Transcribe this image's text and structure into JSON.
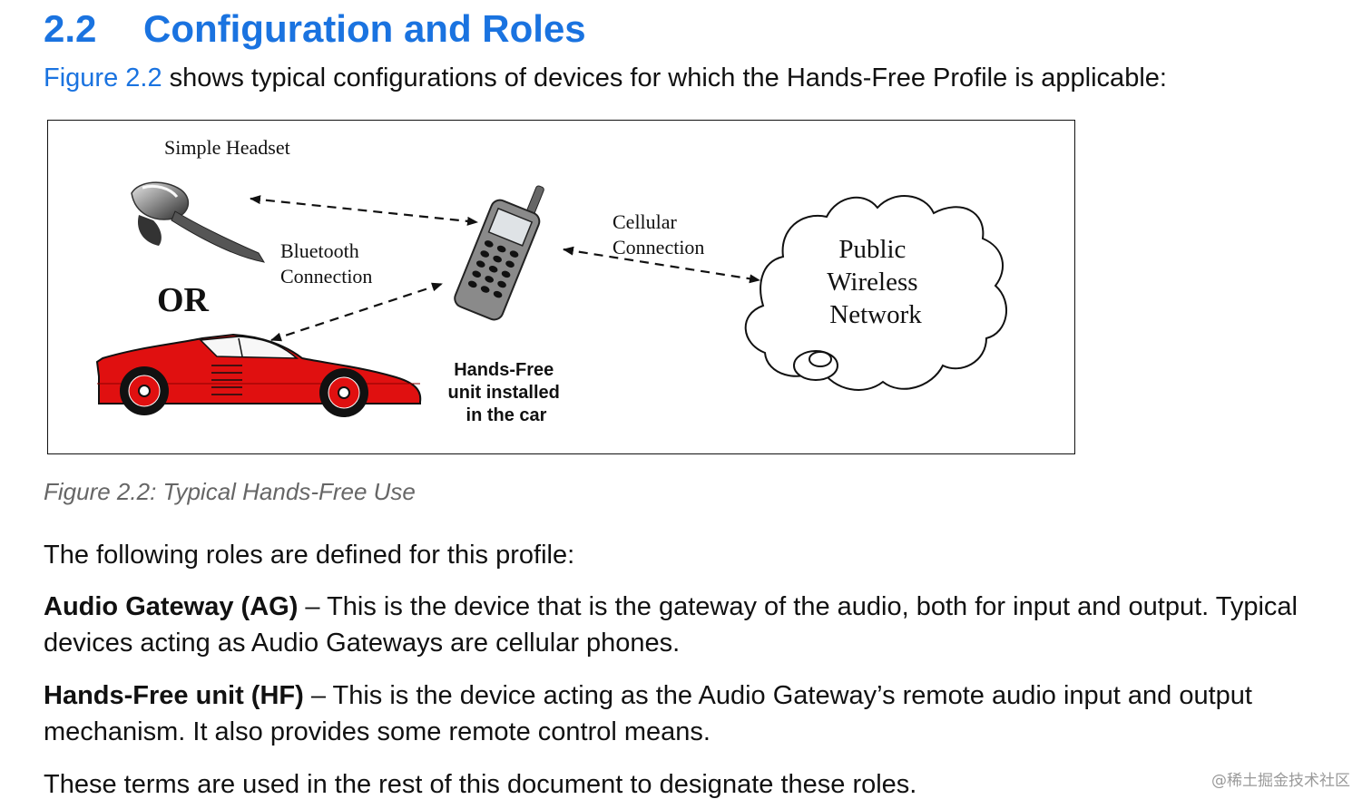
{
  "section": {
    "number": "2.2",
    "title": "Configuration and Roles"
  },
  "intro": {
    "figure_ref": "Figure 2.2",
    "text": " shows typical configurations of devices for which the Hands-Free Profile is applicable:"
  },
  "figure": {
    "headset_label": "Simple Headset",
    "bluetooth_label_line1": "Bluetooth",
    "bluetooth_label_line2": "Connection",
    "or_label": "OR",
    "cellular_label_line1": "Cellular",
    "cellular_label_line2": "Connection",
    "network_line1": "Public",
    "network_line2": "Wireless",
    "network_line3": "Network",
    "hf_line1": "Hands-Free",
    "hf_line2": "unit  installed",
    "hf_line3": "in the car"
  },
  "caption": "Figure 2.2: Typical Hands-Free Use",
  "roles_intro": "The following roles are defined for this profile:",
  "roles": [
    {
      "term": "Audio Gateway (AG)",
      "desc": " – This is the device that is the gateway of the audio, both for input and output. Typical devices acting as Audio Gateways are cellular phones."
    },
    {
      "term": "Hands-Free unit (HF)",
      "desc": " – This is the device acting as the Audio Gateway’s remote audio input and output mechanism. It also provides some remote control means."
    }
  ],
  "closing": "These terms are used in the rest of this document to designate these roles.",
  "watermark": "@稀土掘金技术社区",
  "colors": {
    "heading": "#1a73e0",
    "car": "#e01010",
    "caption": "#666666"
  }
}
